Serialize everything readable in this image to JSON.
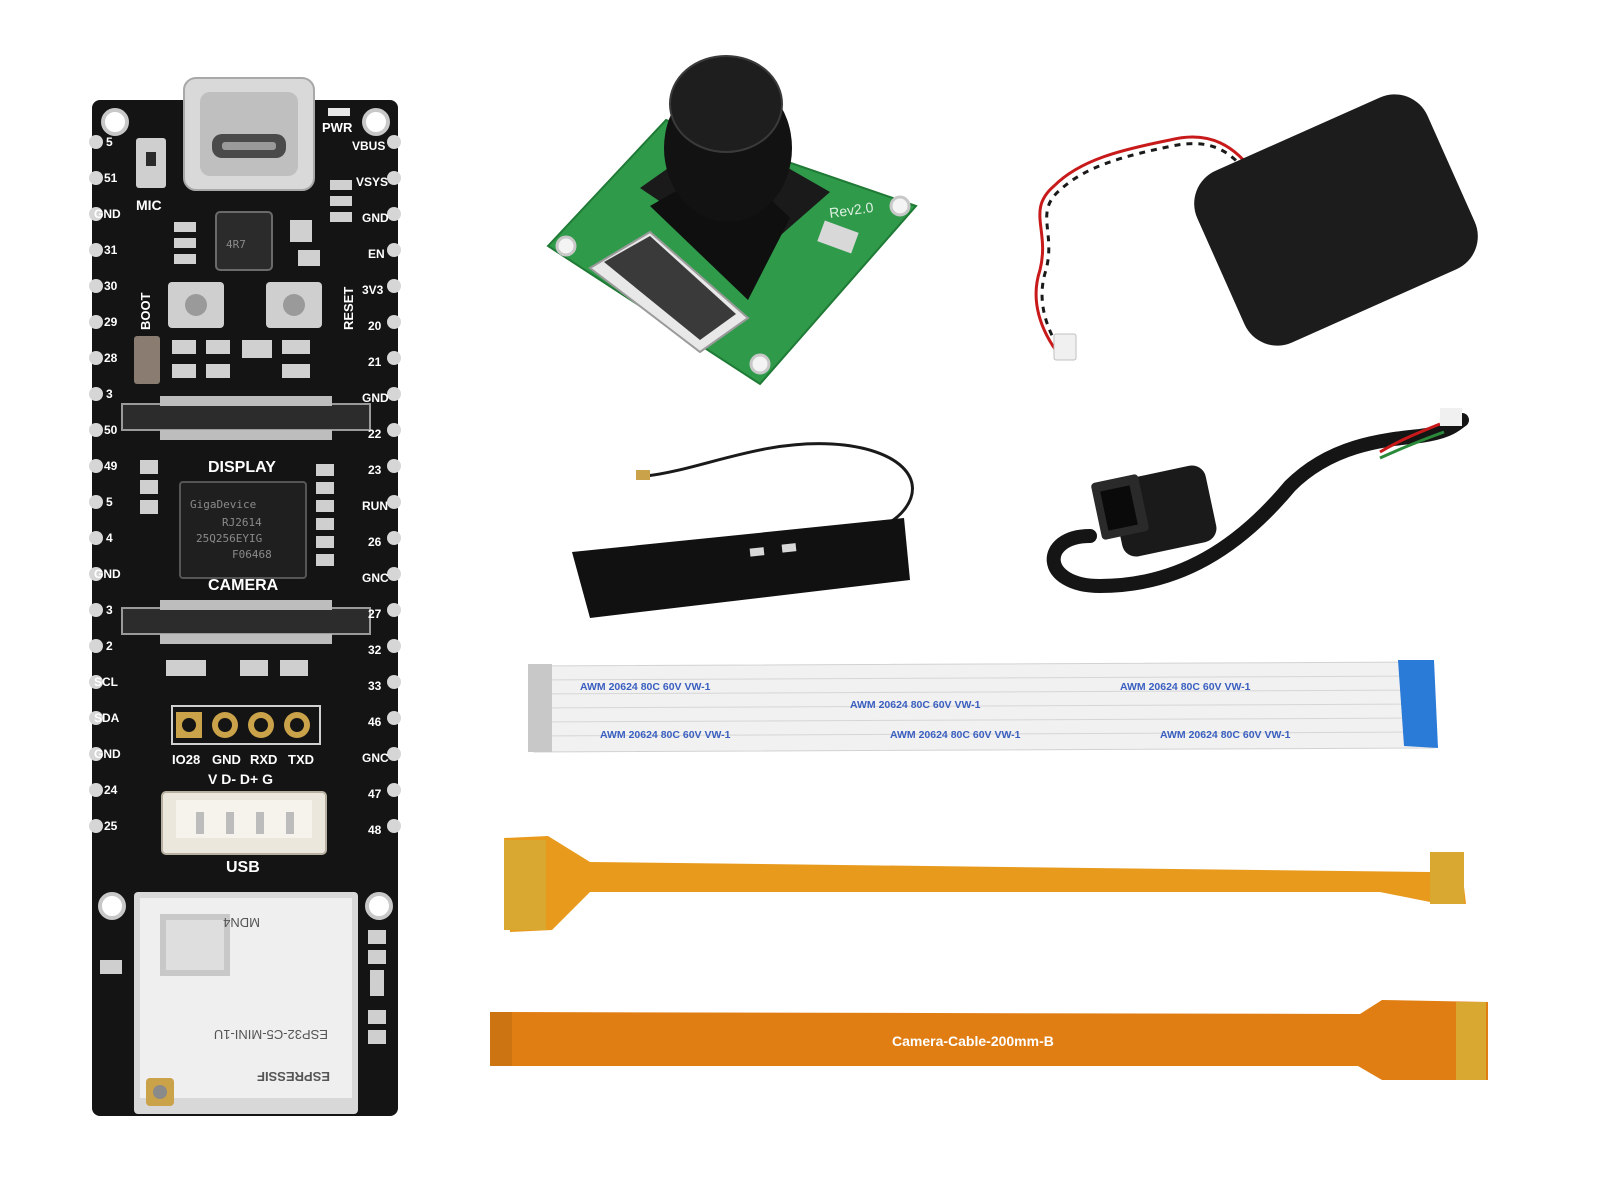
{
  "board": {
    "mic_label": "MIC",
    "pwr_label": "PWR",
    "boot_label": "BOOT",
    "reset_label": "RESET",
    "display_label": "DISPLAY",
    "camera_label": "CAMERA",
    "usb_label": "USB",
    "inductor_label": "4R7",
    "flash_brand": "GigaDevice",
    "flash_line1": "RJ2614",
    "flash_line2": "25Q256EYIG",
    "flash_line3": "F06468",
    "header_labels": [
      "IO28",
      "GND",
      "RXD",
      "TXD"
    ],
    "usb_pin_labels": "V D- D+ G",
    "left_pins": [
      "5",
      "51",
      "GND",
      "31",
      "30",
      "29",
      "28",
      "3",
      "50",
      "49",
      "5",
      "4",
      "GND",
      "3",
      "2",
      "SCL",
      "SDA",
      "GND",
      "24",
      "25"
    ],
    "right_pins": [
      "VBUS",
      "VSYS",
      "GND",
      "EN",
      "3V3",
      "20",
      "21",
      "GND",
      "22",
      "23",
      "RUN",
      "26",
      "GNC",
      "27",
      "32",
      "33",
      "46",
      "GNC",
      "47",
      "48"
    ],
    "module_brand": "ESPRESSIF",
    "module_model": "ESP32-C5-MINI-1U",
    "module_sub": "MDN4"
  },
  "camera_module": {
    "rev_label": "Rev2.0"
  },
  "ffc_cable": {
    "print_text": "AWM 20624 80C 60V VW-1"
  },
  "camera_cable": {
    "label": "Camera-Cable-200mm-B"
  }
}
